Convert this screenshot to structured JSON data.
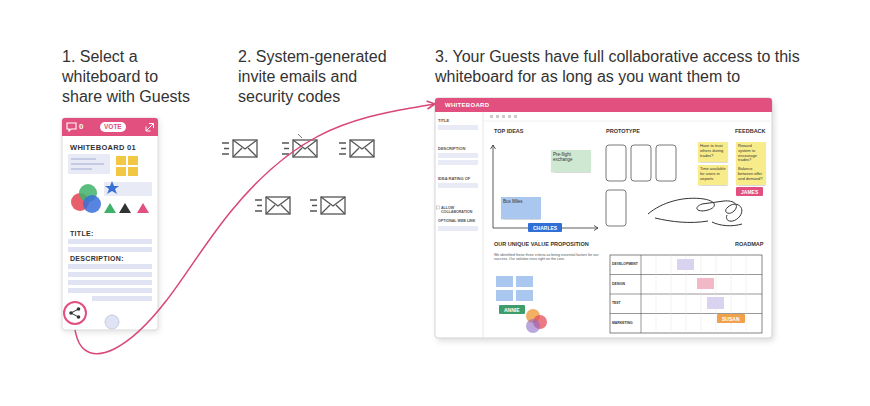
{
  "diagram": {
    "nodes": [
      {
        "text": [
          "0",
          "WHITEBOARD 01",
          "TITLE:",
          "DESCRIPTION:"
        ]
      },
      {
        "text": [
          "VOTE"
        ],
        "in": 0
      },
      {
        "text": [
          "WHITEBOARD"
        ]
      },
      {
        "text": [
          "Pre-flight exchange"
        ],
        "in": 2
      },
      {
        "text": [
          "Bus Miles"
        ],
        "in": 2
      },
      {
        "text": [
          "CHARLES"
        ],
        "in": 2
      },
      {
        "text": [
          "Have to trust others during trades?"
        ],
        "in": 2
      },
      {
        "text": [
          "Reward system to encourage trades?"
        ],
        "in": 2
      },
      {
        "text": [
          "Time available for users in airports"
        ],
        "in": 2
      },
      {
        "text": [
          "Balance between offer and demand?"
        ],
        "in": 2
      },
      {
        "text": [
          "JAMES"
        ],
        "in": 2
      },
      {
        "text": [
          "ANNIE"
        ],
        "in": 2
      },
      {
        "text": [
          "SUSAN"
        ],
        "in": 2
      }
    ],
    "edges": [
      {
        "from": 0,
        "to": 2,
        "arrow": "to"
      }
    ],
    "labels": [
      "1. Select a whiteboard to share with Guests",
      "2. System-generated invite emails and security codes",
      "3. Your Guests have full collaborative access to this whiteboard for as long as you want them to",
      "TITLE",
      "DESCRIPTION",
      "IDEA RATING OF",
      "ALLOW COLLABORATION",
      "OPTIONAL WEB LINK",
      "TOP IDEAS",
      "PROTOTYPE",
      "FEEDBACK",
      "OUR UNIQUE VALUE PROPOSITION",
      "We identified these three criteria as being essential factors for our success. Our solution rises right on the core.",
      "ROADMAP",
      "DEVELOPMENT",
      "DESIGN",
      "TEST",
      "MARKETING"
    ]
  }
}
